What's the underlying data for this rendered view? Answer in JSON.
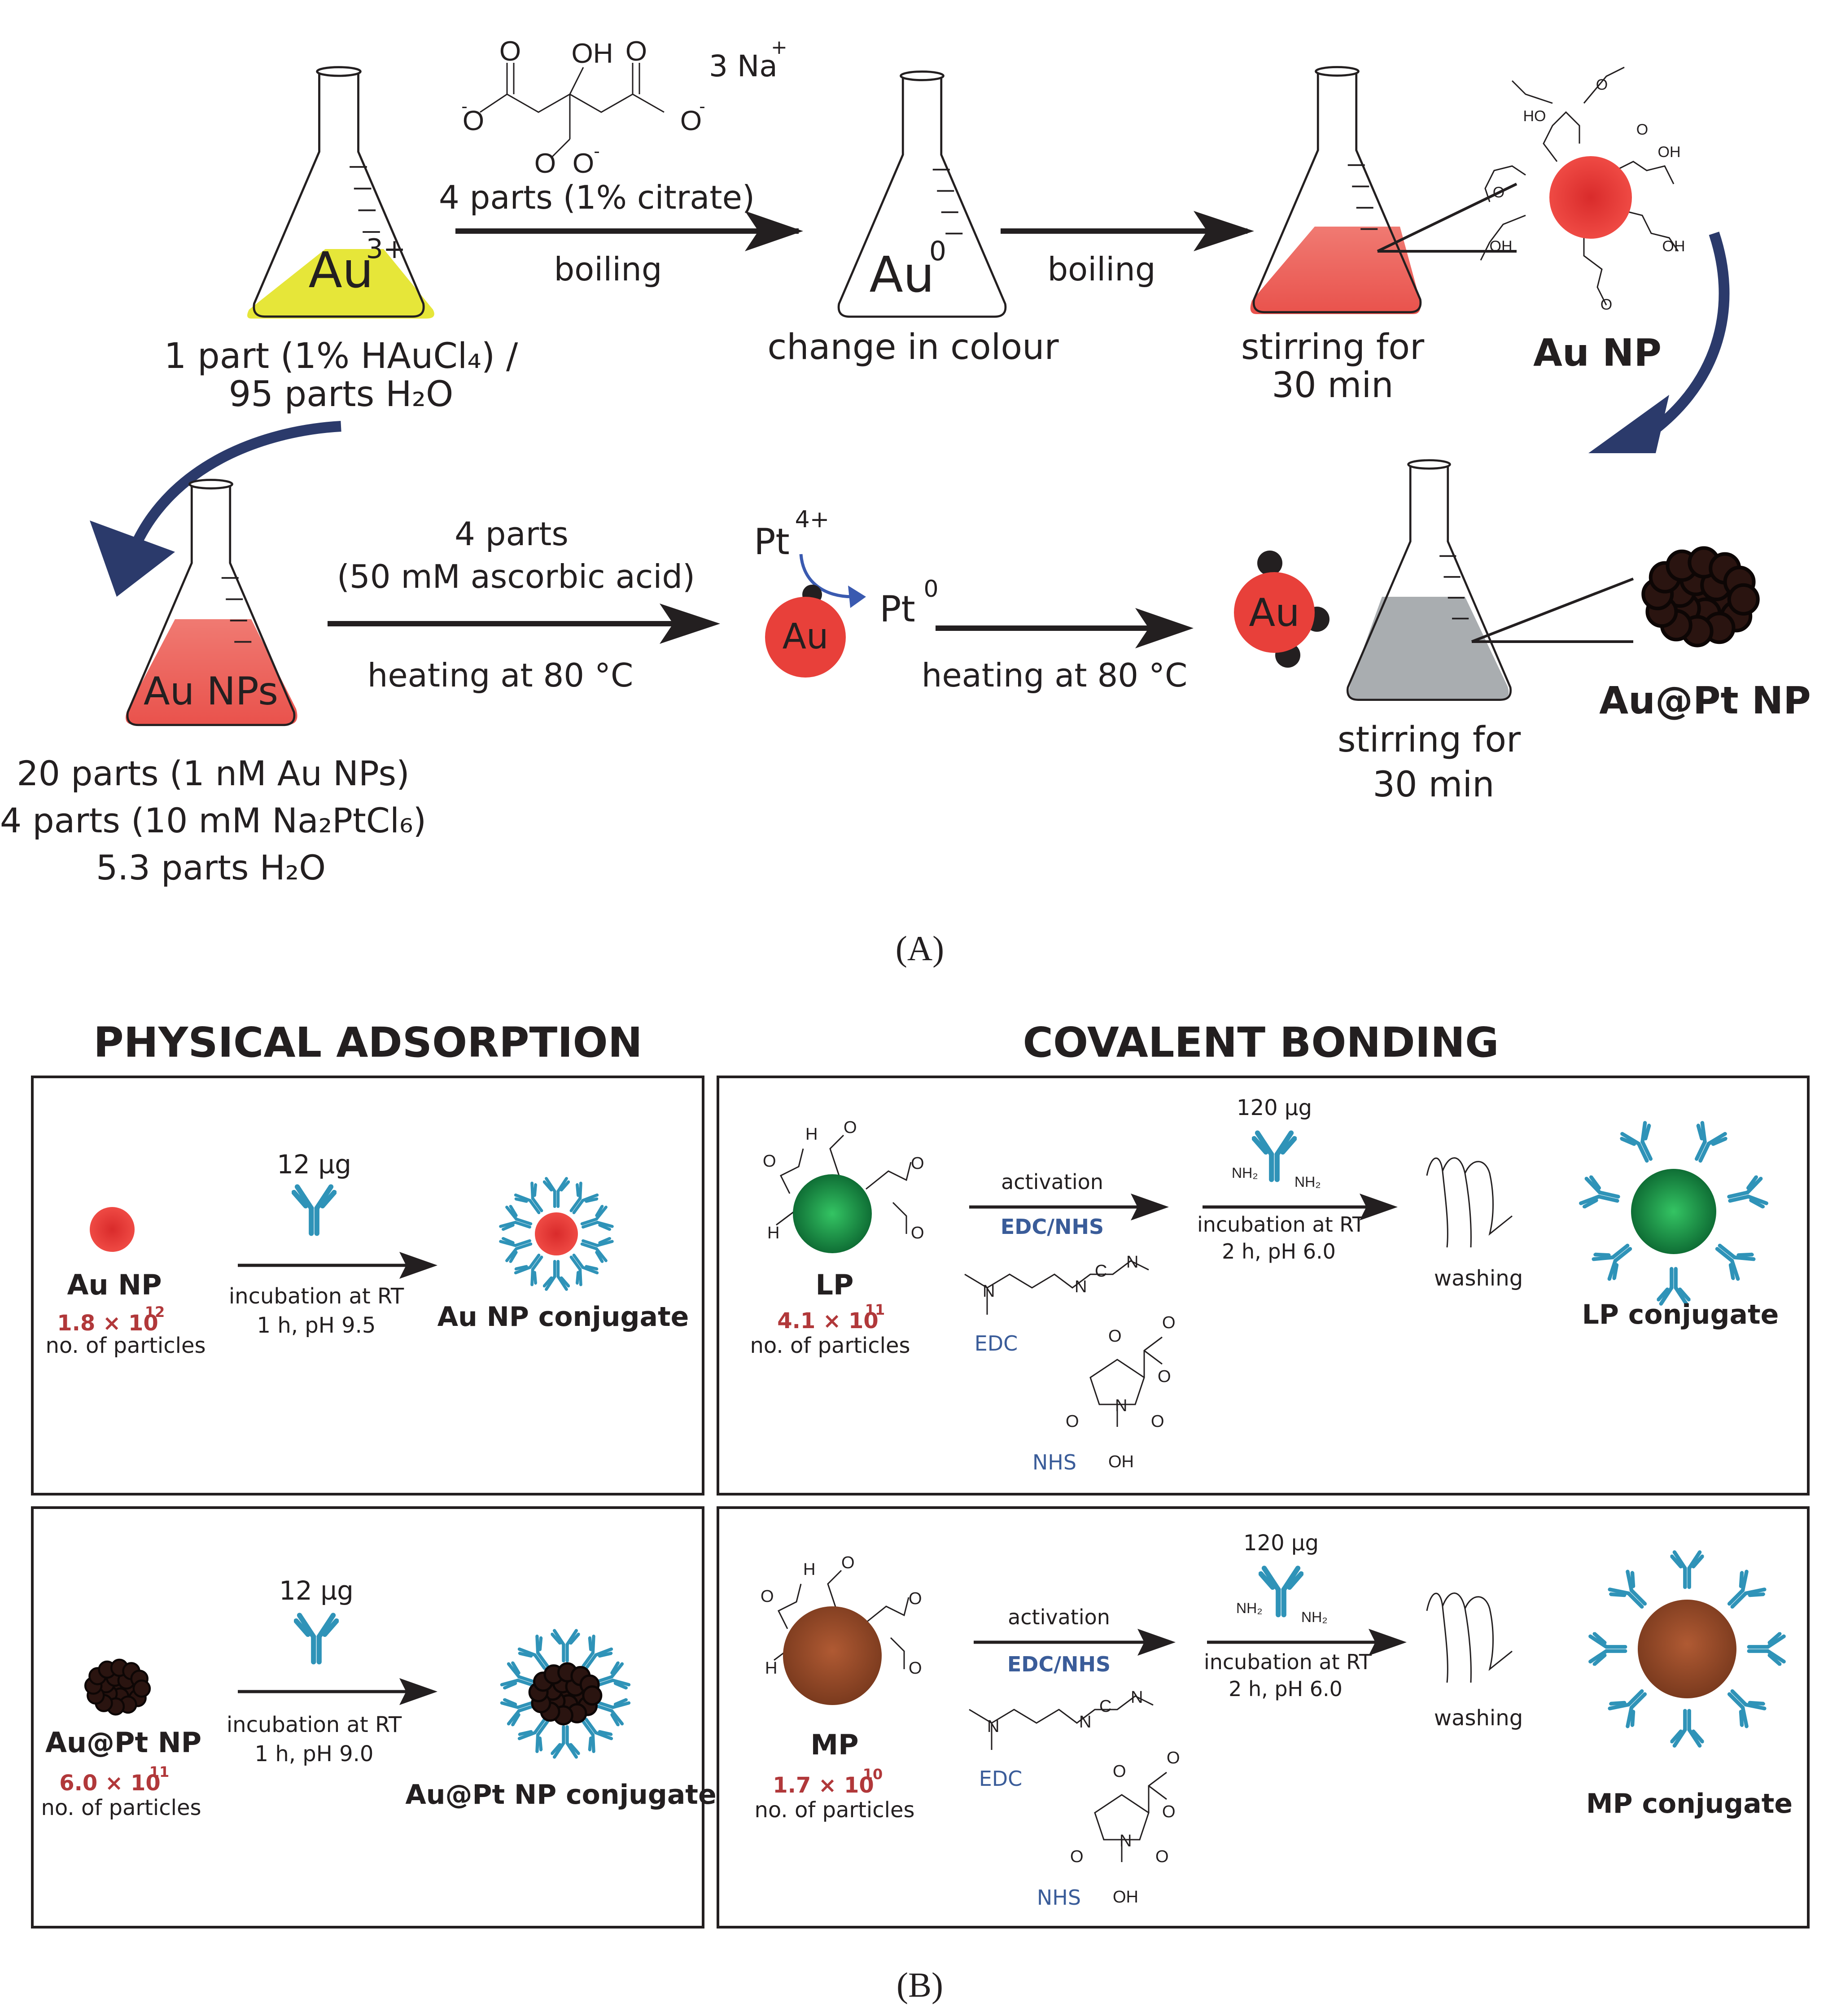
{
  "colors": {
    "au_solution": "#e6e639",
    "au_np": "#e8403a",
    "aupt_np": "#2a1410",
    "latex_particle": "#1e9a4a",
    "magnetic_particle": "#9a4a2a",
    "antibody": "#2f93b8",
    "arrow_curve": "#2b3a6b",
    "grey_solution": "#a9adb0",
    "label_red": "#b1383a",
    "label_blue": "#3a5c99"
  },
  "panel_a": {
    "flask1_label": "Au",
    "flask1_sup": "3+",
    "flask1_caption_line1": "1 part (1% HAuCl₄) /",
    "flask1_caption_line2": "95 parts H₂O",
    "citrate_label": "3 Na",
    "citrate_sup": "+",
    "arrow1_top": "4 parts (1% citrate)",
    "arrow1_bottom": "boiling",
    "flask2_label": "Au",
    "flask2_sup": "0",
    "flask2_caption": "change in colour",
    "arrow2_bottom": "boiling",
    "flask3_caption_line1": "stirring for",
    "flask3_caption_line2": "30 min",
    "au_np_label": "Au NP",
    "flask4_label": "Au NPs",
    "flask4_caption_line1": "20 parts (1 nM Au NPs)",
    "flask4_caption_line2": "4 parts (10 mM Na₂PtCl₆)",
    "flask4_caption_line3": "5.3 parts H₂O",
    "arrow3_top_line1": "4 parts",
    "arrow3_top_line2": "(50 mM ascorbic acid)",
    "arrow3_bottom": "heating at 80 °C",
    "pt4_label": "Pt",
    "pt4_sup": "4+",
    "pt0_label": "Pt",
    "pt0_sup": "0",
    "seed_label": "Au",
    "arrow4_bottom": "heating at 80 °C",
    "seed2_label": "Au",
    "flask5_caption_line1": "stirring for",
    "flask5_caption_line2": "30 min",
    "aupt_label": "Au@Pt NP",
    "panel_label": "(A)"
  },
  "panel_b": {
    "heading_left": "PHYSICAL ADSORPTION",
    "heading_right": "COVALENT BONDING",
    "rows": [
      {
        "left": {
          "particle_label": "Au NP",
          "count_mantissa": "1.8 × 10",
          "count_exp": "12",
          "count_caption": "no. of particles",
          "amount": "12 µg",
          "cond_line1": "incubation at RT",
          "cond_line2": "1 h, pH 9.5",
          "product": "Au NP conjugate"
        },
        "right": {
          "particle_label": "LP",
          "count_mantissa": "4.1 × 10",
          "count_exp": "11",
          "count_caption": "no. of particles",
          "activation": "activation",
          "reagent": "EDC/NHS",
          "edc": "EDC",
          "nhs": "NHS",
          "amount": "120 µg",
          "cond_line1": "incubation at RT",
          "cond_line2": "2 h, pH 6.0",
          "washing": "washing",
          "product": "LP conjugate"
        }
      },
      {
        "left": {
          "particle_label": "Au@Pt NP",
          "count_mantissa": "6.0 × 10",
          "count_exp": "11",
          "count_caption": "no. of particles",
          "amount": "12 µg",
          "cond_line1": "incubation at RT",
          "cond_line2": "1 h, pH 9.0",
          "product": "Au@Pt NP conjugate"
        },
        "right": {
          "particle_label": "MP",
          "count_mantissa": "1.7 × 10",
          "count_exp": "10",
          "count_caption": "no. of particles",
          "activation": "activation",
          "reagent": "EDC/NHS",
          "edc": "EDC",
          "nhs": "NHS",
          "amount": "120 µg",
          "cond_line1": "incubation at RT",
          "cond_line2": "2 h, pH 6.0",
          "washing": "washing",
          "product": "MP conjugate"
        }
      }
    ],
    "panel_label": "(B)"
  }
}
